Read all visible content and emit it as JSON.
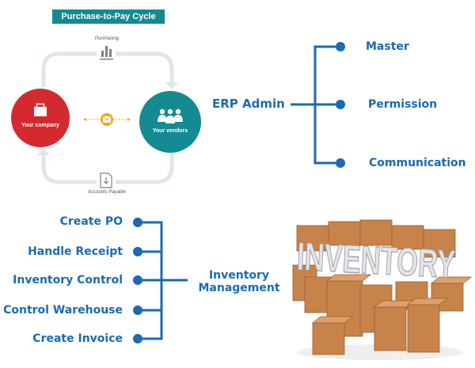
{
  "p2p": {
    "title": "Purchase-to-Pay Cycle",
    "top_label": "Purchasing",
    "bottom_label": "Accounts Payable",
    "left_node": "Your company",
    "right_node": "Your vendors",
    "icons": {
      "top": "bar-chart-icon",
      "bottom": "document-download-icon",
      "left": "briefcase-icon",
      "right": "users-group-icon",
      "middle": "envelope-icon"
    },
    "colors": {
      "title_bg": "#138a91",
      "company": "#d42a2f",
      "vendors": "#148a92",
      "envelope": "#f0a81c",
      "loop": "#dfe6e8"
    }
  },
  "erp_admin": {
    "root": "ERP Admin",
    "children": [
      "Master",
      "Permission",
      "Communication"
    ]
  },
  "inventory": {
    "root_line1": "Inventory",
    "root_line2": "Management",
    "children": [
      "Create PO",
      "Handle Receipt",
      "Inventory Control",
      "Control Warehouse",
      "Create Invoice"
    ],
    "image_word": "INVENTORY"
  },
  "accent_color": "#1a6ab4"
}
